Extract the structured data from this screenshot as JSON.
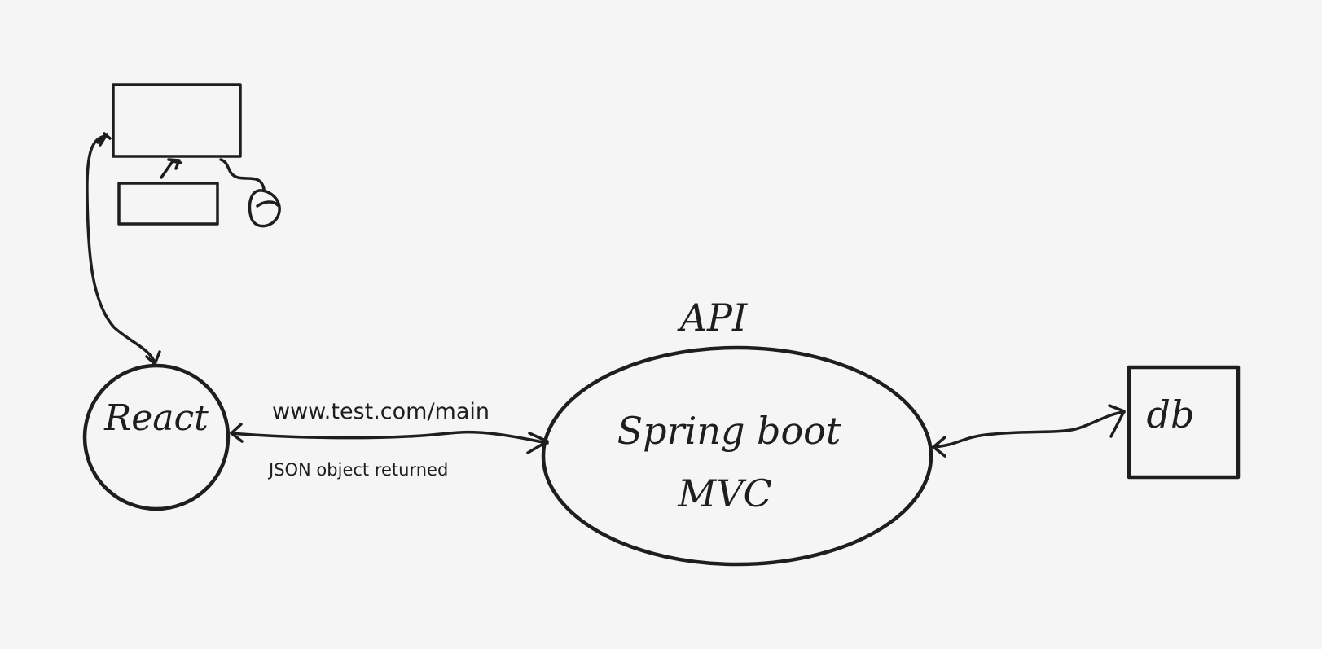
{
  "diagram": {
    "nodes": {
      "react": {
        "label": "React"
      },
      "api_title": {
        "label": "API"
      },
      "spring": {
        "line1": "Spring boot",
        "line2": "MVC"
      },
      "db": {
        "label": "db"
      }
    },
    "edges": {
      "react_api": {
        "label_top": "www.test.com/main",
        "label_bottom": "JSON object returned"
      }
    },
    "icons": [
      "monitor-icon",
      "keyboard-icon",
      "mouse-icon"
    ],
    "colors": {
      "background": "#f5f5f5",
      "stroke": "#1e1e1e"
    }
  }
}
